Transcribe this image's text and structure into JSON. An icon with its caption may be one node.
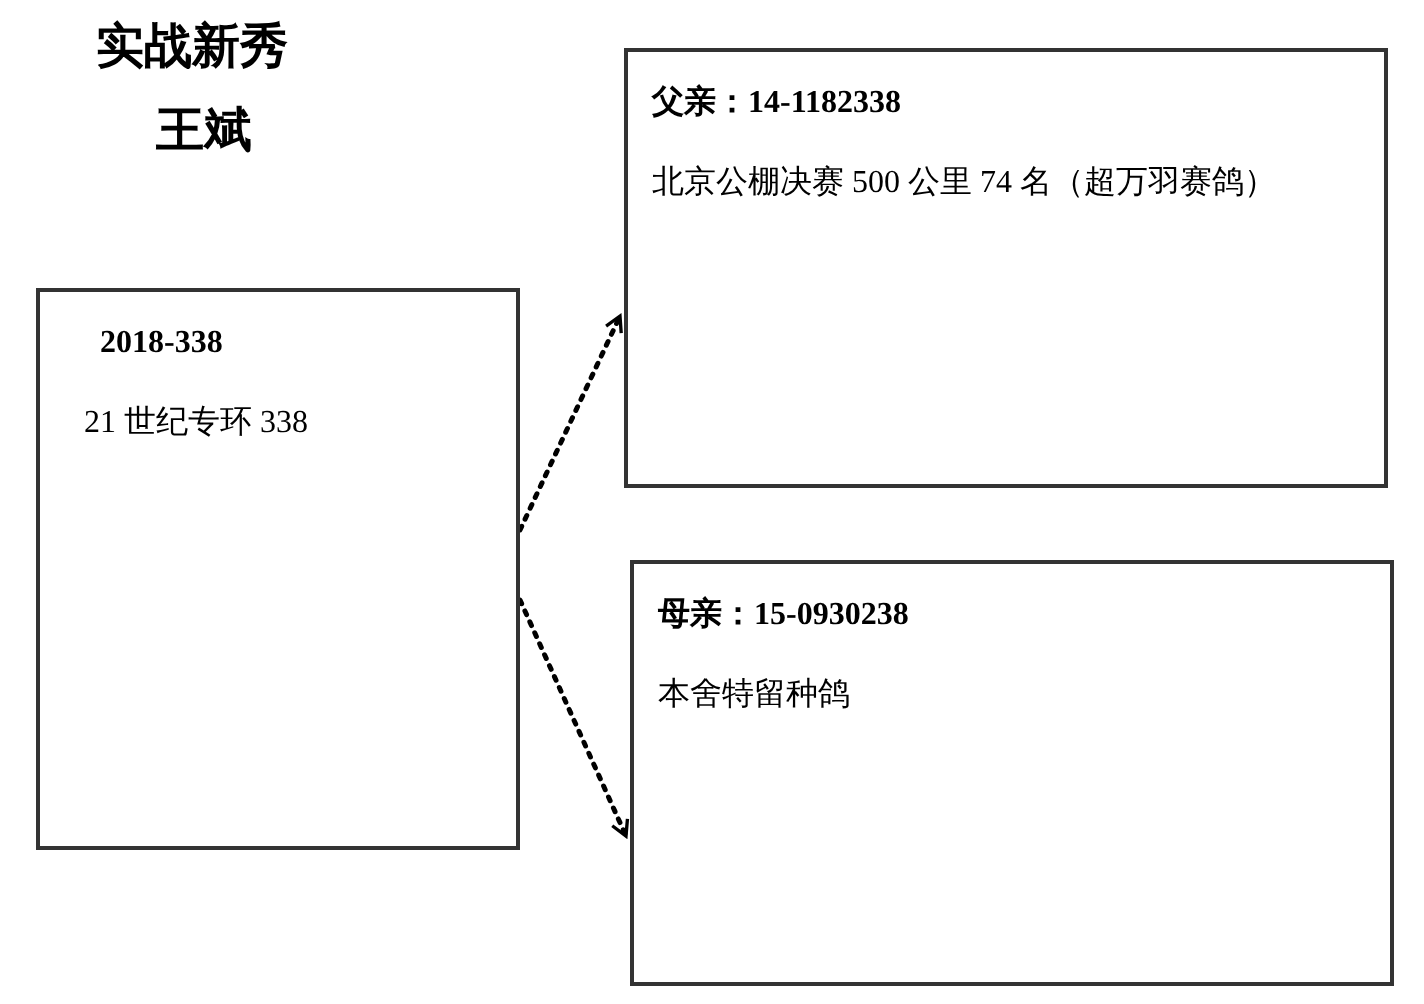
{
  "diagram": {
    "title": "实战新秀",
    "nodes": [
      {
        "text": [
          "2018-338",
          "21 世纪专环 338"
        ]
      },
      {
        "text": [
          "父亲：14-1182338",
          "北京公棚决赛 500 公里 74 名（超万羽赛鸽）"
        ]
      },
      {
        "text": [
          "母亲：15-0930238",
          "本舍特留种鸽"
        ]
      }
    ],
    "edges": [
      {
        "from": 0,
        "to": 1,
        "arrow": "to",
        "style": "dashed"
      },
      {
        "from": 0,
        "to": 2,
        "arrow": "to",
        "style": "dashed"
      }
    ],
    "labels": [
      "王斌"
    ]
  }
}
